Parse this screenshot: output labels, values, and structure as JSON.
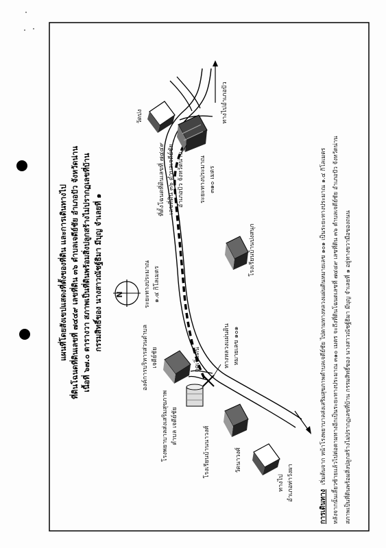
{
  "header": {
    "line1": "แผนที่โดยสังเขปแสดงที่ตั้งของที่ดิน และการเดินทางไป",
    "line2": "ที่ดินโฉนดที่ดินเลขที่ ๗๔๔๙ เลขที่ดิน ๓๖ ตำบลเจดีย์ชัย อำเภอปัว จังหวัดน่าน",
    "line3": "เนื้อที่ ๖๗.๐ ตารางวา สภาพเป็นที่ดินพร้อมสิ่งปลูกสร้างไม่ปรากฏเลขที่บ้าน",
    "line4": "กรรมสิทธิ์ของ นางสาวณัชฐ์ธิมา มีบุญ จำเลยที่ ๑"
  },
  "compass": {
    "north_label": "N"
  },
  "map_labels": {
    "to_pua": "ทางไปอำเภอปัว",
    "wat_pong": "วัดปง",
    "land_line1": "ที่ตั้งโฉนดที่ดินเลขที่ ๗๔๔๙",
    "land_line2": "เลขที่ดิน ๓๖ ตำบลเจดีย์ชัย",
    "land_line3": "อำเภอปัว จังหวัดน่าน",
    "dist_end_line1": "ระยะทางประมาณ",
    "dist_end_line2": "๓๑๐ เมตร",
    "school_pong": "โรงเรียนบ้านปงสนุก",
    "dist_mid_line1": "ระยะทางประมาณ",
    "dist_mid_line2": "๑.๔ กิโลเมตร",
    "highway_line1": "ทางหลวงแผ่นดิน",
    "highway_line2": "หมายเลข ๑๐๑",
    "start_point": "จุดเริ่มต้น",
    "sao_line1": "องค์การบริหารส่วนตำบล",
    "sao_line2": "เจดีย์ชัย",
    "hospital_line1": "โรงพยาบาลส่งเสริมสุขภาพ",
    "hospital_line2": "ตำบล เจดีย์ชัย",
    "school_nawong": "โรงเรียนบ้านนาวงศ์",
    "wat_nawong": "วัดนาวงศ์",
    "to_thawangpha_line1": "ทางไป",
    "to_thawangpha_line2": "อำเภอท่าวังผา"
  },
  "directions": {
    "title": "การเดินทาง",
    "line1": "เริ่มต้นจาก หน้าโรงพยาบาลส่งเสริมสุขภาพตำบลเจดีย์ชัย ไปตามทางหลวงแผ่นดินหมายเลข ๑๐๑ เป็นระยะทางประมาณ ๑.๔ กิโลเมตร",
    "line2": "หลังจากนั้นเลี้ยวซ้ายแล้วไปต่อตามทางอีกเป็นระยะทางประมาณ ๓๑๐ เมตร จะถึงที่ดินโฉนดเลขที่ ๗๔๔๙ เลขที่ดิน ๓๖ ตำบลเจดีย์ชัย อำเภอปัว จังหวัดน่าน",
    "line3": "สภาพเป็นที่ดินพร้อมสิ่งปลูกสร้างไม่ปรากฏเลขที่บ้าน กรรมสิทธิ์ของ นางสาวณัชฐ์ธิมา มีบุญ จำเลยที่ ๑ อยู่ทางขวามือของถนน"
  }
}
